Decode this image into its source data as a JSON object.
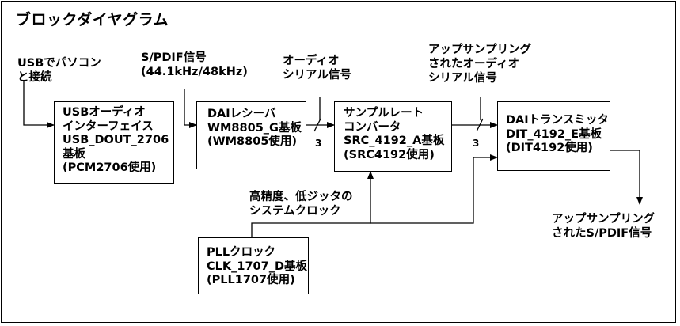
{
  "title": "ブロックダイヤグラム",
  "blocks": {
    "usb": {
      "lines": [
        "USBオーディオ",
        "インターフェイス",
        "USB_DOUT_2706",
        "基板",
        "(PCM2706使用)"
      ]
    },
    "dai": {
      "lines": [
        "DAIレシーバ",
        "WM8805_G基板",
        "(WM8805使用)"
      ]
    },
    "src": {
      "lines": [
        "サンプルレート",
        "コンバータ",
        "SRC_4192_A基板",
        "(SRC4192使用)"
      ]
    },
    "dit": {
      "lines": [
        "DAIトランスミッタ",
        "DIT_4192_E基板",
        "(DIT4192使用)"
      ]
    },
    "pll": {
      "lines": [
        "PLLクロック",
        "CLK_1707_D基板",
        "(PLL1707使用)"
      ]
    }
  },
  "labels": {
    "usb_in": [
      "USBでパソコン",
      "と接続"
    ],
    "spdif_in": [
      "S/PDIF信号",
      "(44.1kHz/48kHz)"
    ],
    "serial_1": [
      "オーディオ",
      "シリアル信号"
    ],
    "serial_up": [
      "アップサンプリング",
      "されたオーディオ",
      "シリアル信号"
    ],
    "clock": [
      "高精度、低ジッタの",
      "システムクロック"
    ],
    "spdif_out": [
      "アップサンプリング",
      "されたS/PDIF信号"
    ]
  },
  "bus_width": {
    "dai_src": "3",
    "src_dit": "3"
  }
}
